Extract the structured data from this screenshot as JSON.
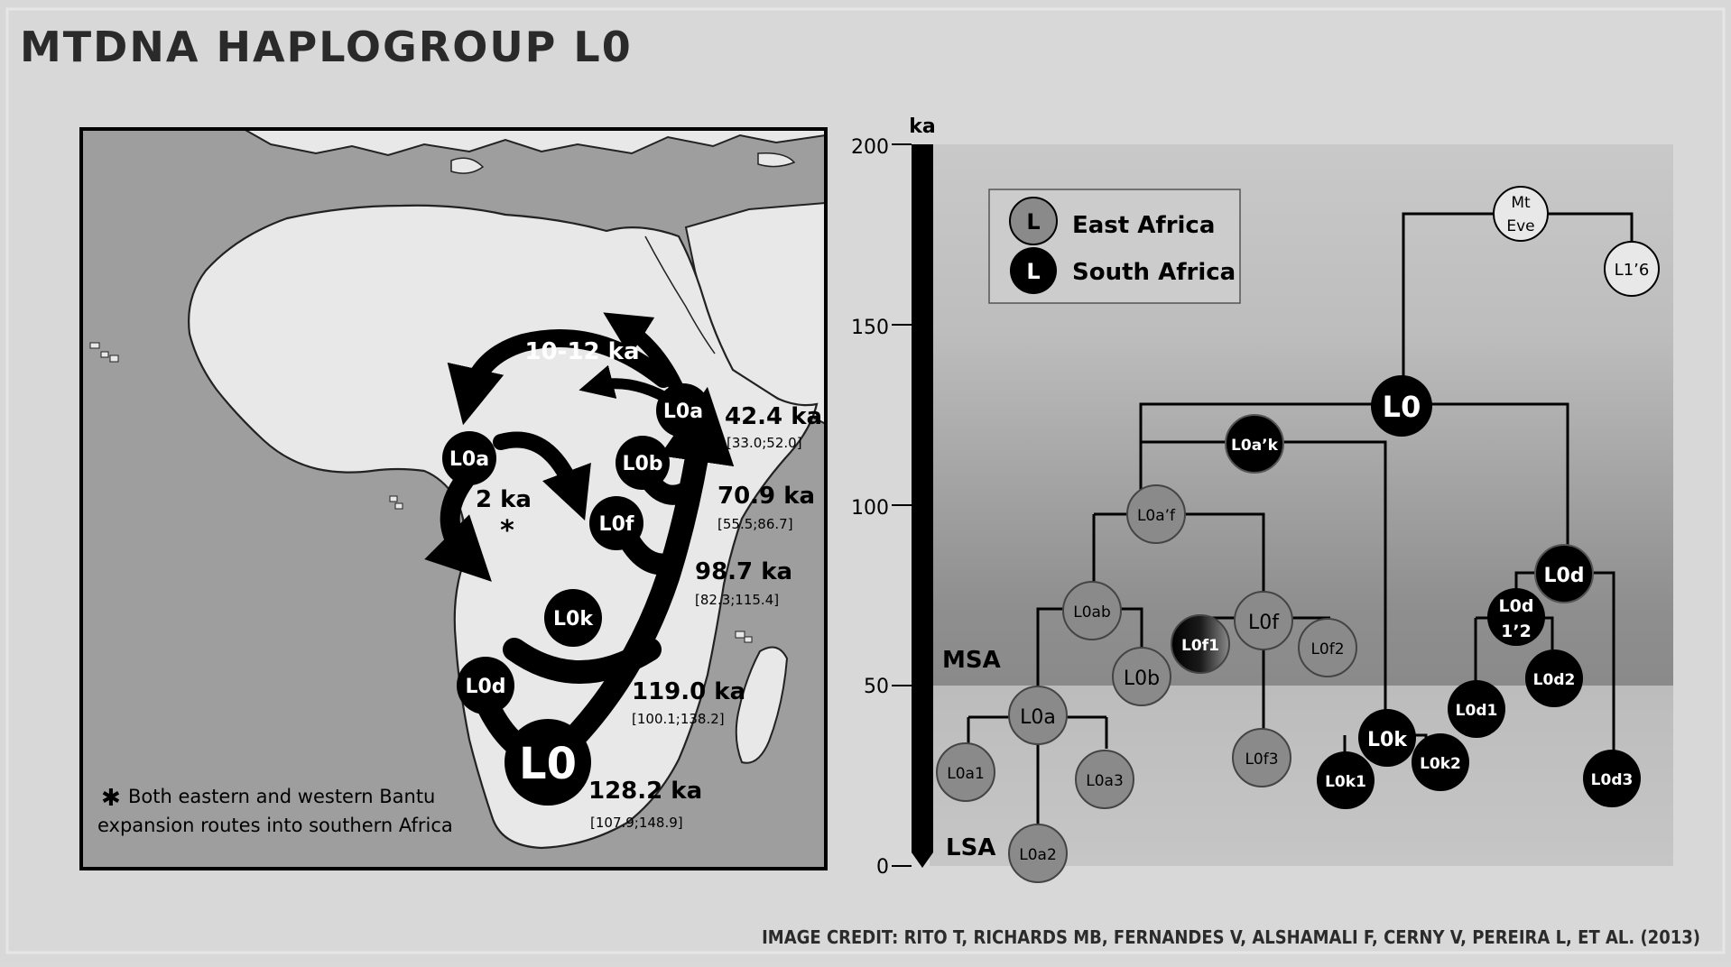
{
  "title": "MTDNA HAPLOGROUP L0",
  "credit": "IMAGE CREDIT: RITO T, RICHARDS MB, FERNANDES V, ALSHAMALI F, CERNY V, PEREIRA L, ET AL. (2013)",
  "map": {
    "labels": {
      "route_top": "10-12 ka",
      "route_mid": "2 ka",
      "asterisk": "*",
      "note_star": "✱",
      "note_line1": "Both eastern and western Bantu",
      "note_line2": "expansion routes into southern Africa"
    },
    "nodes": {
      "l0": "L0",
      "l0a_east": "L0a",
      "l0a_west": "L0a",
      "l0b": "L0b",
      "l0f": "L0f",
      "l0k": "L0k",
      "l0d": "L0d"
    },
    "ages": [
      {
        "value": "42.4 ka",
        "ci": "[33.0;52.0]"
      },
      {
        "value": "70.9 ka",
        "ci": "[55.5;86.7]"
      },
      {
        "value": "98.7 ka",
        "ci": "[82.3;115.4]"
      },
      {
        "value": "119.0 ka",
        "ci": "[100.1;138.2]"
      },
      {
        "value": "128.2 ka",
        "ci": "[107.9;148.9]"
      }
    ]
  },
  "tree": {
    "axis": {
      "unit": "ka",
      "ticks": [
        "200",
        "150",
        "100",
        "50",
        "0"
      ],
      "msa": "MSA",
      "lsa": "LSA"
    },
    "legend": {
      "symbol": "L",
      "east": "East Africa",
      "south": "South Africa"
    },
    "nodes": {
      "mt_eve_1": "Mt",
      "mt_eve_2": "Eve",
      "l1_6": "L1’6",
      "l0": "L0",
      "l0ak": "L0a’k",
      "l0af": "L0a’f",
      "l0ab": "L0ab",
      "l0f": "L0f",
      "l0f1": "L0f1",
      "l0f2": "L0f2",
      "l0f3": "L0f3",
      "l0b": "L0b",
      "l0a": "L0a",
      "l0a1": "L0a1",
      "l0a2": "L0a2",
      "l0a3": "L0a3",
      "l0k": "L0k",
      "l0k1": "L0k1",
      "l0k2": "L0k2",
      "l0d": "L0d",
      "l0d12_1": "L0d",
      "l0d12_2": "1’2",
      "l0d1": "L0d1",
      "l0d2": "L0d2",
      "l0d3": "L0d3"
    }
  },
  "colors": {
    "east_africa": "#8a8a8a",
    "south_africa": "#000000",
    "ocean": "#9c9c9c",
    "land": "#e8e8e8"
  }
}
